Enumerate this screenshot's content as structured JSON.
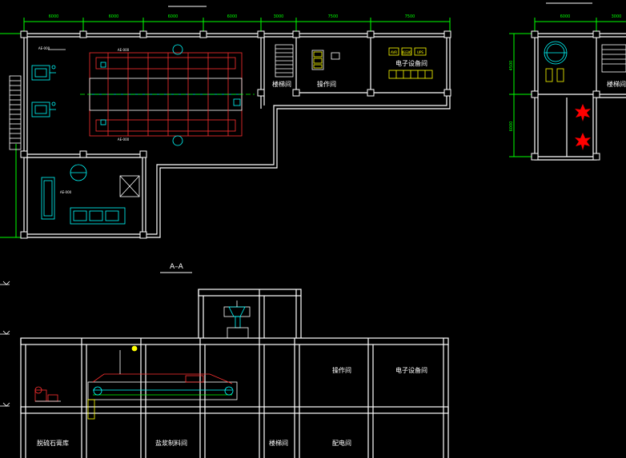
{
  "colors": {
    "background": "#000000",
    "wall": "#ffffff",
    "dimension": "#00ff00",
    "equipment": "#00ffff",
    "frame": "#ff3030",
    "stair": "#ffffff",
    "label": "#ffffff",
    "highlight": "#ffff00",
    "hazard": "#ff0000"
  },
  "plan_left": {
    "dims_top": [
      "6000",
      "6000",
      "6000",
      "6000",
      "3000",
      "7500",
      "7500"
    ],
    "room_labels": {
      "stair": "楼梯间",
      "operation": "操作间",
      "electronics": "电子设备间"
    },
    "panel_labels": [
      "AVR",
      "低压柜",
      "UPS"
    ],
    "equip_labels": [
      "AE-000",
      "AE-000",
      "AE-000",
      "AE-000"
    ]
  },
  "plan_right": {
    "dims_top": [
      "6000",
      "3000"
    ],
    "dims_side": [
      "4500",
      "6000"
    ],
    "room_labels": {
      "stair": "楼梯间"
    }
  },
  "section": {
    "title": "A–A",
    "room_labels": {
      "operation": "操作间",
      "electronics": "电子设备间",
      "stone_storage": "脱硫石膏库",
      "mixing": "盐浆制料间",
      "stair": "楼梯间",
      "distribution": "配电间"
    }
  }
}
